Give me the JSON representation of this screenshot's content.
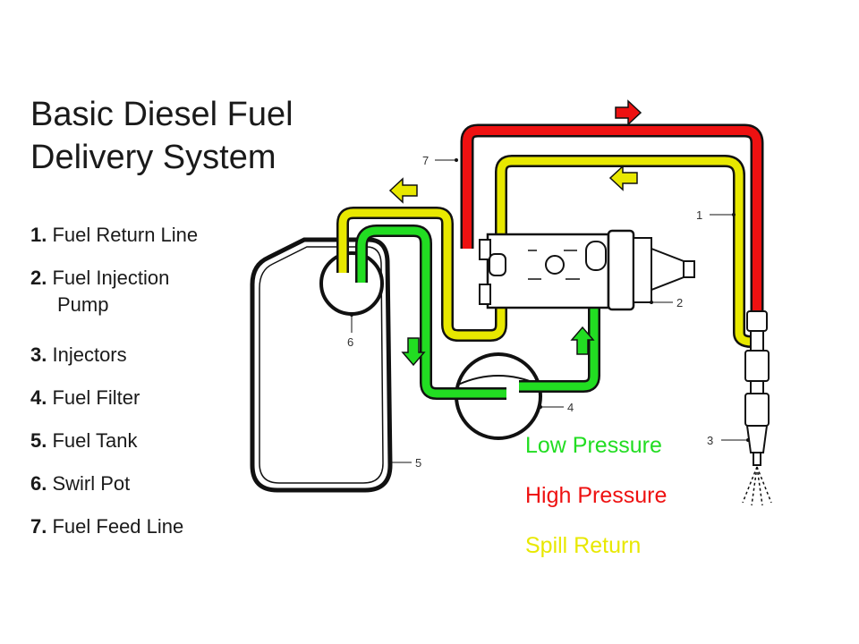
{
  "title": {
    "line1": "Basic Diesel Fuel",
    "line2": "Delivery System"
  },
  "parts": [
    {
      "num": "1.",
      "name": "Fuel Return Line"
    },
    {
      "num": "2.",
      "name": "Fuel Injection",
      "name_cont": "Pump"
    },
    {
      "num": "3.",
      "name": "Injectors"
    },
    {
      "num": "4.",
      "name": "Fuel Filter"
    },
    {
      "num": "5.",
      "name": "Fuel Tank"
    },
    {
      "num": "6.",
      "name": "Swirl Pot"
    },
    {
      "num": "7.",
      "name": "Fuel Feed Line"
    }
  ],
  "key": {
    "low": {
      "label": "Low Pressure",
      "color": "#22dd22"
    },
    "high": {
      "label": "High Pressure",
      "color": "#ee1111"
    },
    "spill": {
      "label": "Spill Return",
      "color": "#e8e800"
    }
  },
  "callouts": {
    "c1": "1",
    "c2": "2",
    "c3": "3",
    "c4": "4",
    "c5": "5",
    "c6": "6",
    "c7": "7"
  }
}
